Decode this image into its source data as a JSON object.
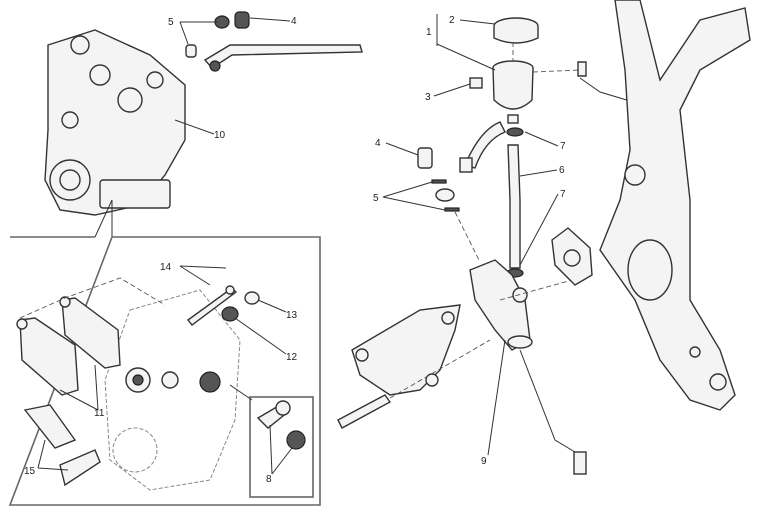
{
  "diagram": {
    "labels_left": [
      {
        "id": "5",
        "text": "5"
      },
      {
        "id": "4",
        "text": "4"
      },
      {
        "id": "10",
        "text": "10"
      },
      {
        "id": "14",
        "text": "14"
      },
      {
        "id": "13",
        "text": "13"
      },
      {
        "id": "12",
        "text": "12"
      },
      {
        "id": "11",
        "text": "11"
      },
      {
        "id": "15",
        "text": "15"
      },
      {
        "id": "8",
        "text": "8"
      }
    ],
    "labels_right": [
      {
        "id": "1",
        "text": "1"
      },
      {
        "id": "2",
        "text": "2"
      },
      {
        "id": "3",
        "text": "3"
      },
      {
        "id": "4",
        "text": "4"
      },
      {
        "id": "5",
        "text": "5"
      },
      {
        "id": "7a",
        "text": "7"
      },
      {
        "id": "6",
        "text": "6"
      },
      {
        "id": "7b",
        "text": "7"
      },
      {
        "id": "9",
        "text": "9"
      }
    ]
  }
}
